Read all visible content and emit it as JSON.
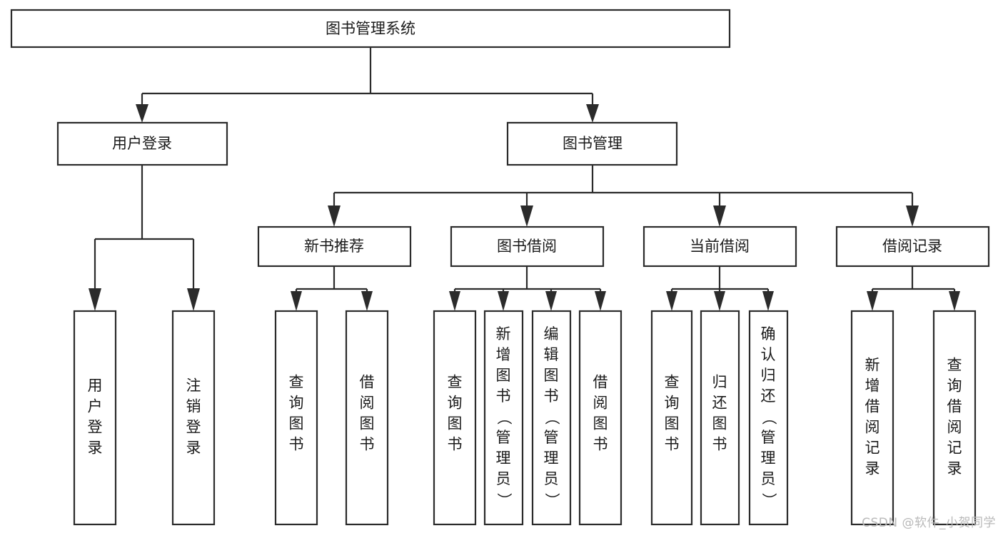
{
  "diagram": {
    "title": "图书管理系统",
    "watermark": "CSDN @软件_小贺同学",
    "colors": {
      "background": "#ffffff",
      "node_fill": "#ffffff",
      "stroke": "#2b2b2b",
      "text": "#1a1a1a",
      "watermark": "#b9b9b9"
    },
    "root": {
      "label": "图书管理系统"
    },
    "level1": [
      {
        "label": "用户登录"
      },
      {
        "label": "图书管理"
      }
    ],
    "level2": [
      {
        "label": "新书推荐"
      },
      {
        "label": "图书借阅"
      },
      {
        "label": "当前借阅"
      },
      {
        "label": "借阅记录"
      }
    ],
    "leaves": {
      "user_login": [
        {
          "label": "用户登录"
        },
        {
          "label": "注销登录"
        }
      ],
      "new_book_recommend": [
        {
          "label": "查询图书"
        },
        {
          "label": "借阅图书"
        }
      ],
      "book_borrow": [
        {
          "label": "查询图书"
        },
        {
          "label": "新增图书（管理员）"
        },
        {
          "label": "编辑图书（管理员）"
        },
        {
          "label": "借阅图书"
        }
      ],
      "current_borrow": [
        {
          "label": "查询图书"
        },
        {
          "label": "归还图书"
        },
        {
          "label": "确认归还（管理员）"
        }
      ],
      "borrow_record": [
        {
          "label": "新增借阅记录"
        },
        {
          "label": "查询借阅记录"
        }
      ]
    }
  }
}
